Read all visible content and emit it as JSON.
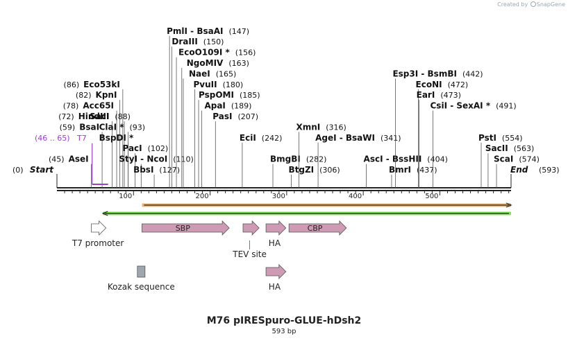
{
  "watermark": {
    "prefix": "Created by",
    "brand": "SnapGene"
  },
  "title": "M76 pIRESpuro-GLUE-hDsh2",
  "subtitle": "593 bp",
  "sequence_length": 593,
  "colors": {
    "line": "#222222",
    "primer": "#9c3fc9",
    "feature_pink": "#cd9bb4",
    "kozak": "#9ea6ae",
    "orf_fill": "#e8a75a",
    "orf2_fill": "#6ee03c"
  },
  "ends": {
    "start": {
      "label": "Start",
      "num": "(0)"
    },
    "end": {
      "label": "End",
      "num": "(593)"
    }
  },
  "ruler": [
    {
      "pos": 100,
      "label": "100"
    },
    {
      "pos": 200,
      "label": "200"
    },
    {
      "pos": 300,
      "label": "300"
    },
    {
      "pos": 400,
      "label": "400"
    },
    {
      "pos": 500,
      "label": "500"
    }
  ],
  "sites": [
    {
      "id": "asei",
      "name": "AseI",
      "num": "(45)",
      "pos": 45,
      "numFirst": true,
      "row": 1
    },
    {
      "id": "bsai",
      "name": "BsaI",
      "num": "(59)",
      "pos": 59,
      "numFirst": true,
      "row": 4
    },
    {
      "id": "hindiii",
      "name": "HindIII",
      "num": "(72)",
      "pos": 72,
      "numFirst": true,
      "row": 5
    },
    {
      "id": "acc65i",
      "name": "Acc65I",
      "num": "(78)",
      "pos": 78,
      "numFirst": true,
      "row": 6
    },
    {
      "id": "kpni",
      "name": "KpnI",
      "num": "(82)",
      "pos": 82,
      "numFirst": true,
      "row": 7
    },
    {
      "id": "eco53ki",
      "name": "Eco53kI",
      "num": "(86)",
      "pos": 86,
      "numFirst": true,
      "row": 8
    },
    {
      "id": "saci",
      "name": "SacI",
      "num": "(88)",
      "pos": 88,
      "numFirst": false,
      "row": 5
    },
    {
      "id": "clai",
      "name": "ClaI *",
      "num": "(93)",
      "pos": 93,
      "numFirst": false,
      "row": 4
    },
    {
      "id": "bspdi",
      "name": "BspDI *",
      "num": "",
      "pos": 93,
      "numFirst": false,
      "row": 3
    },
    {
      "id": "paci",
      "name": "PacI",
      "num": "(102)",
      "pos": 102,
      "numFirst": false,
      "row": 2
    },
    {
      "id": "styi-ncoi",
      "name": "StyI  -  NcoI",
      "num": "(110)",
      "pos": 110,
      "numFirst": false,
      "row": 1
    },
    {
      "id": "bbsi",
      "name": "BbsI",
      "num": "(127)",
      "pos": 127,
      "numFirst": false,
      "row": 0
    },
    {
      "id": "pmli-bsaai",
      "name": "PmlI  -  BsaAI",
      "num": "(147)",
      "pos": 147,
      "numFirst": false,
      "row": 13
    },
    {
      "id": "draiii",
      "name": "DraIII",
      "num": "(150)",
      "pos": 150,
      "numFirst": false,
      "row": 12
    },
    {
      "id": "ecoo109i",
      "name": "EcoO109I *",
      "num": "(156)",
      "pos": 156,
      "numFirst": false,
      "row": 11
    },
    {
      "id": "ngomiv",
      "name": "NgoMIV",
      "num": "(163)",
      "pos": 163,
      "numFirst": false,
      "row": 10
    },
    {
      "id": "naei",
      "name": "NaeI",
      "num": "(165)",
      "pos": 165,
      "numFirst": false,
      "row": 9
    },
    {
      "id": "pvuii",
      "name": "PvuII",
      "num": "(180)",
      "pos": 180,
      "numFirst": false,
      "row": 8
    },
    {
      "id": "pspomi",
      "name": "PspOMI",
      "num": "(185)",
      "pos": 185,
      "numFirst": false,
      "row": 7
    },
    {
      "id": "apai",
      "name": "ApaI",
      "num": "(189)",
      "pos": 189,
      "numFirst": false,
      "row": 6
    },
    {
      "id": "pasi",
      "name": "PasI",
      "num": "(207)",
      "pos": 207,
      "numFirst": false,
      "row": 5
    },
    {
      "id": "ecii",
      "name": "EciI",
      "num": "(242)",
      "pos": 242,
      "numFirst": false,
      "row": 3
    },
    {
      "id": "bmgbi",
      "name": "BmgBI",
      "num": "(282)",
      "pos": 282,
      "numFirst": false,
      "row": 1
    },
    {
      "id": "btgzi",
      "name": "BtgZI",
      "num": "(306)",
      "pos": 306,
      "numFirst": false,
      "row": 0
    },
    {
      "id": "xmni",
      "name": "XmnI",
      "num": "(316)",
      "pos": 316,
      "numFirst": false,
      "row": 4
    },
    {
      "id": "agei-bsawi",
      "name": "AgeI  -  BsaWI",
      "num": "(341)",
      "pos": 341,
      "numFirst": false,
      "row": 3
    },
    {
      "id": "asci-bsshii",
      "name": "AscI  -  BssHII",
      "num": "(404)",
      "pos": 404,
      "numFirst": false,
      "row": 1
    },
    {
      "id": "bmri",
      "name": "BmrI",
      "num": "(437)",
      "pos": 437,
      "numFirst": false,
      "row": 0
    },
    {
      "id": "esp3i-bsmbi",
      "name": "Esp3I  -  BsmBI",
      "num": "(442)",
      "pos": 442,
      "numFirst": false,
      "row": 9
    },
    {
      "id": "econi",
      "name": "EcoNI",
      "num": "(472)",
      "pos": 472,
      "numFirst": false,
      "row": 8
    },
    {
      "id": "eari",
      "name": "EarI",
      "num": "(473)",
      "pos": 473,
      "numFirst": false,
      "row": 7
    },
    {
      "id": "csii-sexai",
      "name": "CsiI  -  SexAI *",
      "num": "(491)",
      "pos": 491,
      "numFirst": false,
      "row": 6
    },
    {
      "id": "psti",
      "name": "PstI",
      "num": "(554)",
      "pos": 554,
      "numFirst": false,
      "row": 3
    },
    {
      "id": "sacii",
      "name": "SacII",
      "num": "(563)",
      "pos": 563,
      "numFirst": false,
      "row": 2
    },
    {
      "id": "scai",
      "name": "ScaI",
      "num": "(574)",
      "pos": 574,
      "numFirst": false,
      "row": 1
    }
  ],
  "primers": [
    {
      "id": "t7-primer",
      "range": "(46 .. 65)",
      "name": "T7",
      "start": 46,
      "end": 65
    }
  ],
  "orfs": [
    {
      "id": "orf-forward",
      "start": 111,
      "end": 593,
      "direction": "forward",
      "color": "#e8a75a"
    },
    {
      "id": "orf-reverse",
      "start": 60,
      "end": 593,
      "direction": "reverse",
      "color": "#6ee03c"
    }
  ],
  "features": [
    {
      "id": "t7-promoter",
      "label": "T7 promoter",
      "start": 45,
      "end": 64,
      "lane": 0,
      "label_pos": "below",
      "shape": "arrow",
      "color": "#ffffff"
    },
    {
      "id": "sbp",
      "label": "SBP",
      "start": 111,
      "end": 225,
      "lane": 0,
      "label_pos": "inside",
      "shape": "arrow",
      "color": "#cd9bb4"
    },
    {
      "id": "tev-site",
      "label": "TEV site",
      "start": 243,
      "end": 264,
      "lane": 0,
      "label_pos": "below-stem",
      "shape": "arrow",
      "color": "#cd9bb4"
    },
    {
      "id": "ha-1",
      "label": "HA",
      "start": 273,
      "end": 299,
      "lane": 0,
      "label_pos": "below",
      "shape": "arrow",
      "color": "#cd9bb4"
    },
    {
      "id": "cbp",
      "label": "CBP",
      "start": 303,
      "end": 378,
      "lane": 0,
      "label_pos": "inside",
      "shape": "arrow",
      "color": "#cd9bb4"
    },
    {
      "id": "kozak",
      "label": "Kozak sequence",
      "start": 105,
      "end": 115,
      "lane": 1,
      "label_pos": "below",
      "shape": "box",
      "color": "#9ea6ae"
    },
    {
      "id": "ha-2",
      "label": "HA",
      "start": 273,
      "end": 299,
      "lane": 1,
      "label_pos": "below",
      "shape": "arrow",
      "color": "#cd9bb4"
    }
  ]
}
